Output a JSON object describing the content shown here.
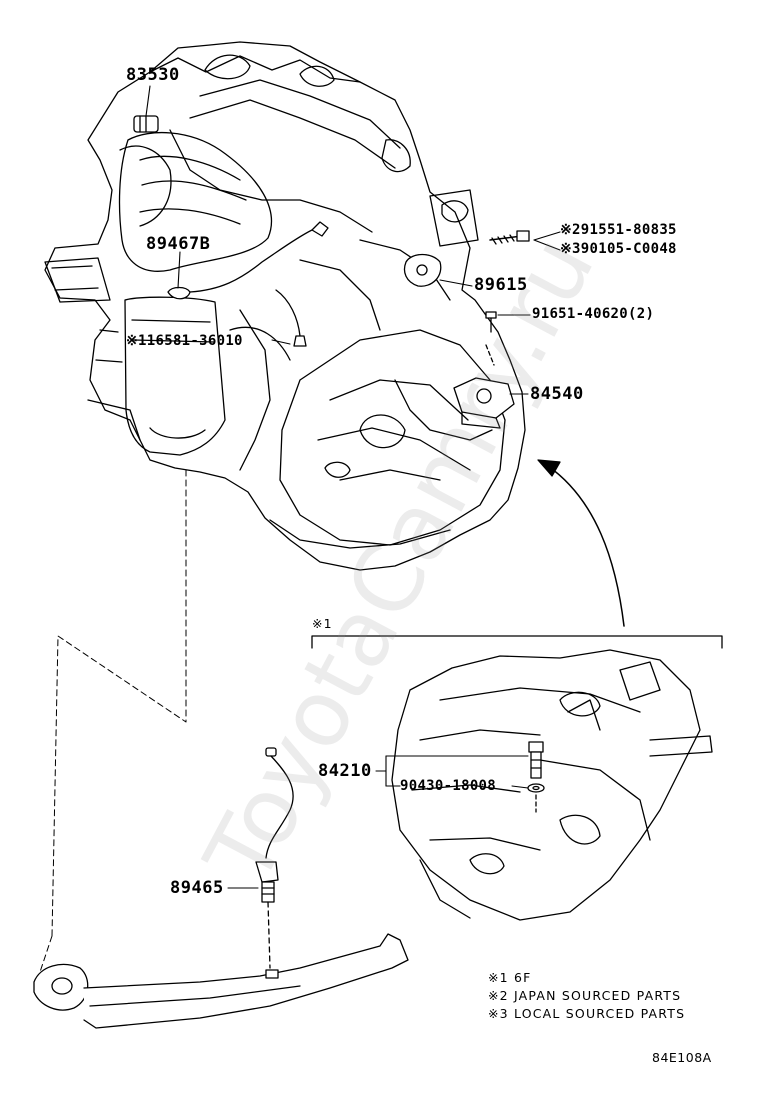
{
  "parts": {
    "p83530": "83530",
    "p89467b": "89467B",
    "p116581": "※116581-36010",
    "p91551": "※291551-80835",
    "p90105": "※390105-C0048",
    "p89615": "89615",
    "p91651": "91651-40620(2)",
    "p84540": "84540",
    "p84210": "84210",
    "p90430": "90430-18008",
    "p89465": "89465"
  },
  "note_mark": "※1",
  "legend": [
    "※1 6F",
    "※2 JAPAN SOURCED PARTS",
    "※3 LOCAL SOURCED PARTS"
  ],
  "diagram_code": "84E108A",
  "watermark": "ToyotaCamry.ru"
}
